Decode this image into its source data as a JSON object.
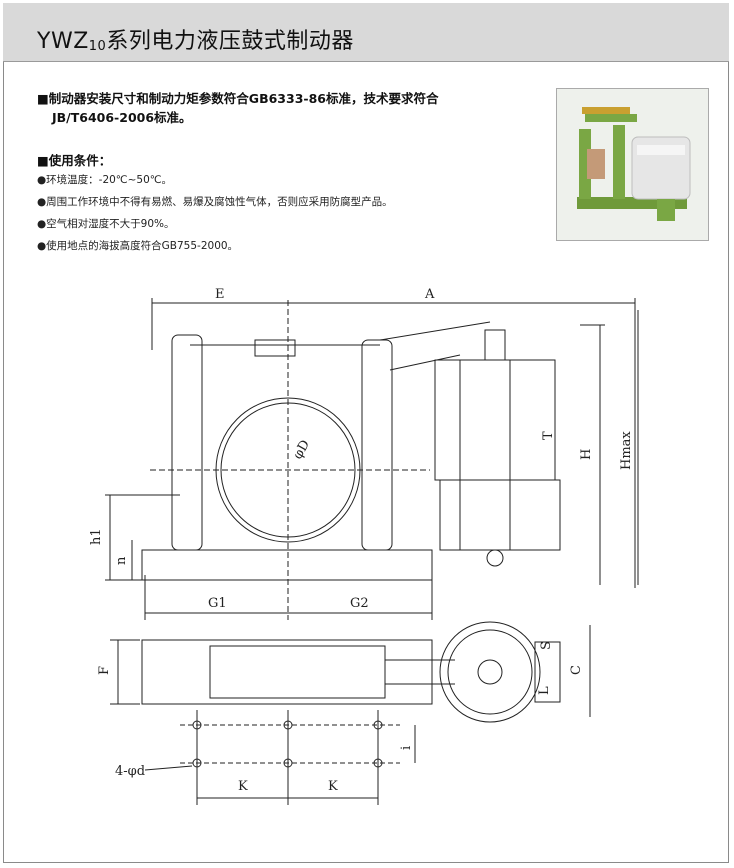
{
  "header": {
    "title_main": "YWZ",
    "title_sub": "10",
    "title_rest": "系列电力液压鼓式制动器"
  },
  "spec": {
    "line1": "■制动器安装尺寸和制动力矩参数符合GB6333-86标准，技术要求符合",
    "line2": "JB/T6406-2006标准。"
  },
  "conditions": {
    "heading": "■使用条件：",
    "items": [
      "●环境温度：-20℃~50℃。",
      "●周围工作环境中不得有易燃、易爆及腐蚀性气体，否则应采用防腐型产品。",
      "●空气相对湿度不大于90%。",
      "●使用地点的海拔高度符合GB755-2000。"
    ]
  },
  "drawing_labels": {
    "E": "E",
    "A": "A",
    "H": "H",
    "Hmax": "Hmax",
    "D": "φD",
    "h1": "h1",
    "n": "n",
    "G1": "G1",
    "G2": "G2",
    "F": "F",
    "C": "C",
    "S": "S",
    "i": "i",
    "d": "4-φd",
    "K1": "K",
    "K2": "K",
    "L": "L",
    "T": "T"
  },
  "colors": {
    "header_bg": "#d9d9d9",
    "photo_frame": "#6f9a3a",
    "thruster": "#e4e4e4"
  }
}
